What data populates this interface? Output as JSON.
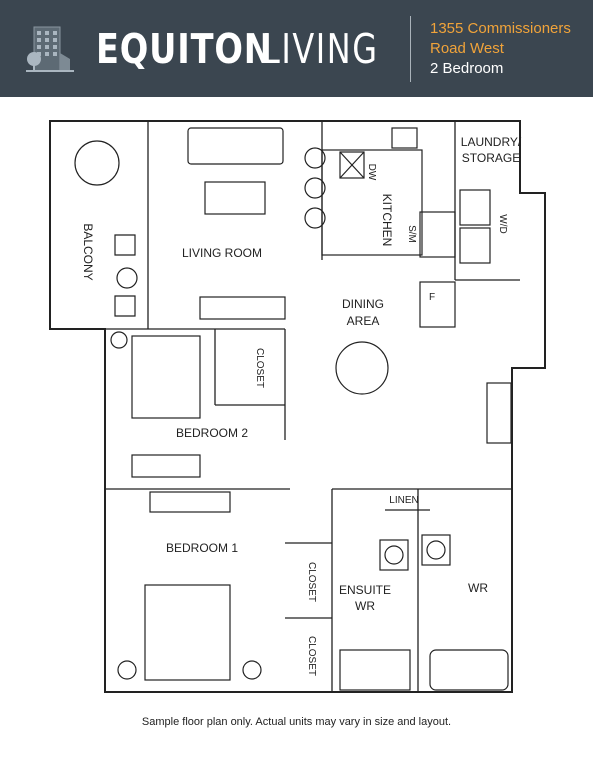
{
  "header": {
    "brand_part1": "EQUITON",
    "brand_part2": "LIVING",
    "address_line1": "1355 Commissioners",
    "address_line2": "Road West",
    "unit_type": "2 Bedroom",
    "logo_icon": "building-tree-icon",
    "background_color": "#3b4650",
    "accent_color": "#f0a33a"
  },
  "floorplan": {
    "rooms": {
      "balcony": "BALCONY",
      "living_room": "LIVING ROOM",
      "kitchen": "KITCHEN",
      "laundry_line1": "LAUNDRY/",
      "laundry_line2": "STORAGE",
      "dining_line1": "DINING",
      "dining_line2": "AREA",
      "bedroom2": "BEDROOM 2",
      "bedroom1": "BEDROOM 1",
      "ensuite_line1": "ENSUITE",
      "ensuite_line2": "WR",
      "wr": "WR",
      "linen": "LINEN",
      "closet": "CLOSET"
    },
    "appliances": {
      "dishwasher": "DW",
      "washer_dryer": "W/D",
      "stove_microwave": "S/M",
      "fridge": "F"
    }
  },
  "footer": {
    "disclaimer": "Sample floor plan only. Actual units may vary in size and layout."
  }
}
